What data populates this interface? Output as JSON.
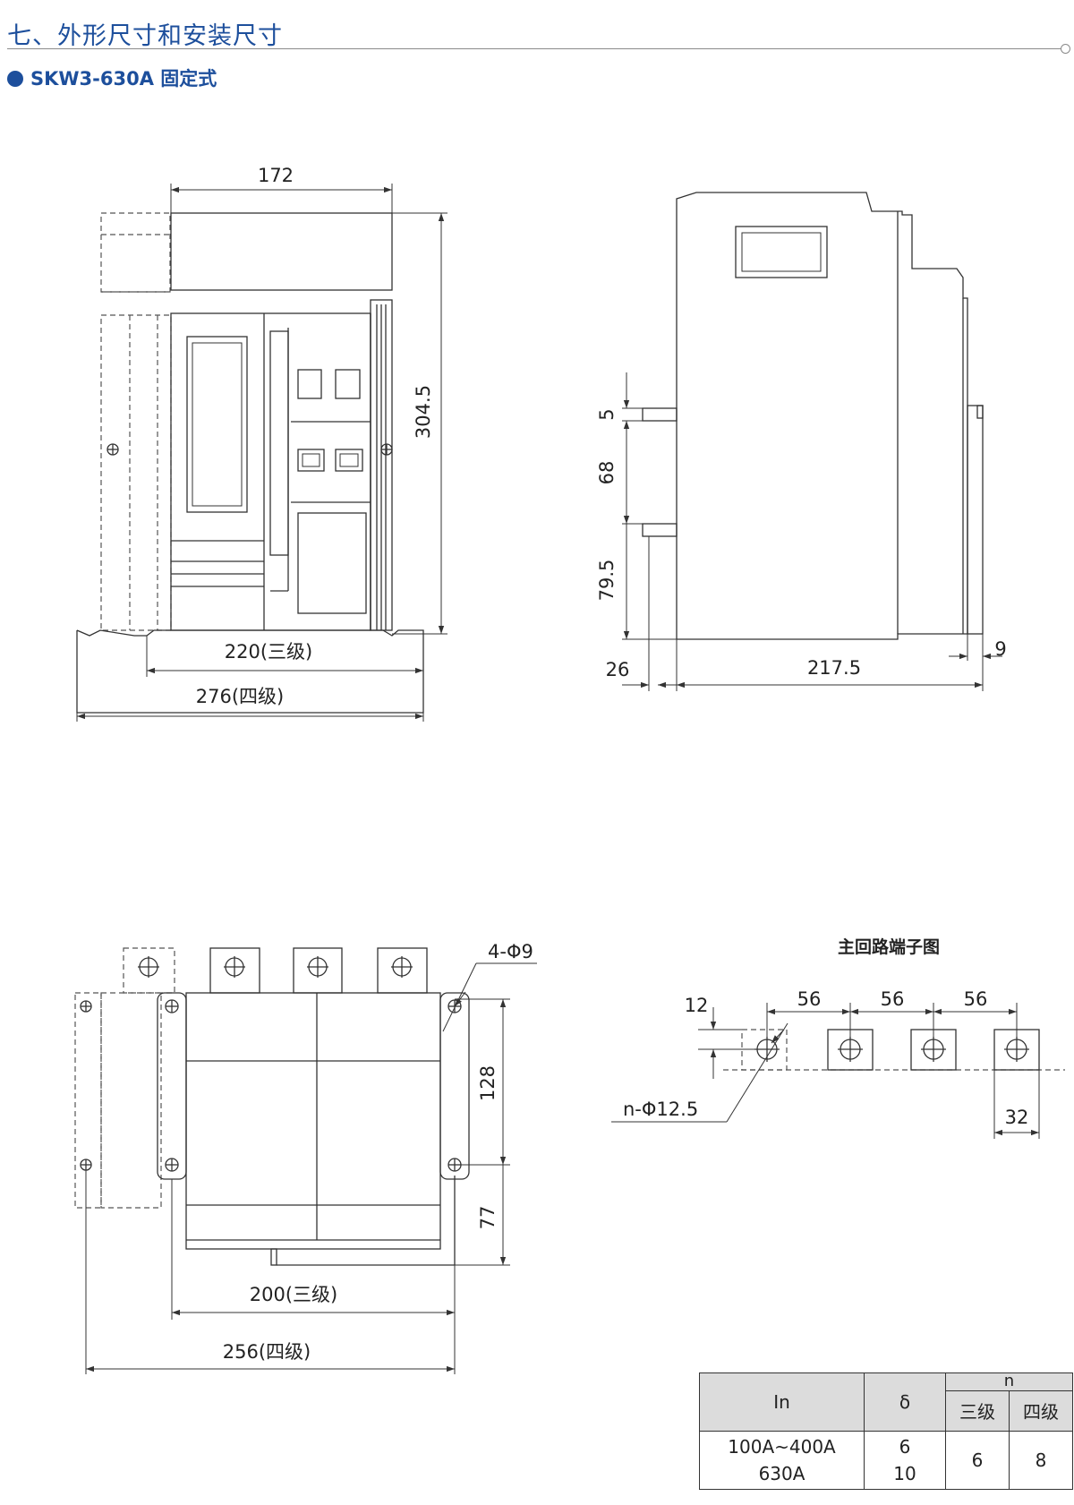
{
  "header": {
    "title": "七、外形尺寸和安装尺寸",
    "subtitle": "SKW3-630A 固定式"
  },
  "front_view": {
    "width": "172",
    "height": "304.5",
    "width_3p": "220(三级)",
    "width_4p": "276(四级)"
  },
  "side_view": {
    "d5": "5",
    "d68": "68",
    "d79": "79.5",
    "d26": "26",
    "d217": "217.5",
    "d9": "9"
  },
  "bottom_view": {
    "hole": "4-Φ9",
    "d128": "128",
    "d77": "77",
    "width_3p": "200(三级)",
    "width_4p": "256(四级)"
  },
  "terminal_view": {
    "title": "主回路端子图",
    "d12": "12",
    "pitch": [
      "56",
      "56",
      "56"
    ],
    "hole": "n-Φ12.5",
    "d32": "32"
  },
  "table": {
    "col_in": "In",
    "col_delta": "δ",
    "col_n": "n",
    "col_3p": "三级",
    "col_4p": "四级",
    "rows": [
      {
        "in": "100A~400A",
        "delta": "6"
      },
      {
        "in": "630A",
        "delta": "10"
      }
    ],
    "n_3p": "6",
    "n_4p": "8"
  }
}
